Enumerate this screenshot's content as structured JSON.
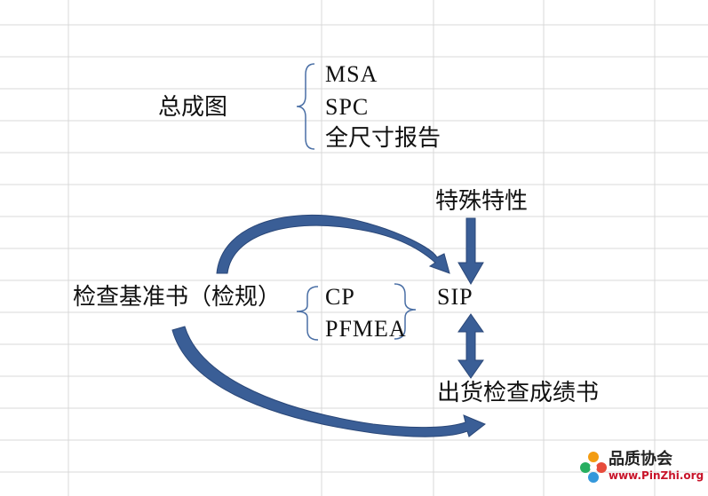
{
  "top_group": {
    "root": "总成图",
    "items": [
      "MSA",
      "SPC",
      "全尺寸报告"
    ]
  },
  "left_node": "检查基准书（检规）",
  "mid_items": [
    "CP",
    "PFMEA"
  ],
  "special": "特殊特性",
  "sip": "SIP",
  "report": "出货检查成绩书",
  "logo": {
    "title": "品质协会",
    "url": "www.PinZhi.org"
  },
  "colors": {
    "arrow_fill": "#3a5e96",
    "arrow_stroke": "#2a4778",
    "brace": "#4a6fa5",
    "grid": "#d9d9d9"
  }
}
